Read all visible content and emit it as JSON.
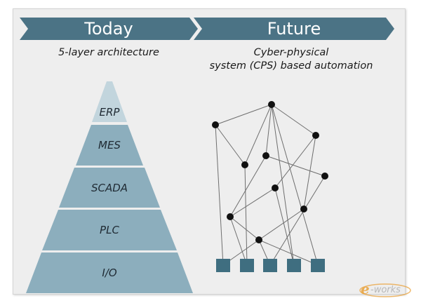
{
  "header": {
    "today_label": "Today",
    "future_label": "Future"
  },
  "left": {
    "subtitle": "5-layer architecture",
    "layers": [
      "ERP",
      "MES",
      "SCADA",
      "PLC",
      "I/O"
    ]
  },
  "right": {
    "subtitle_line1": "Cyber-physical",
    "subtitle_line2": "system (CPS) based automation",
    "node_count": 10,
    "device_count": 5
  },
  "watermark": {
    "text": "e-works"
  },
  "colors": {
    "banner": "#4b7385",
    "layer_fill": "#8caebd",
    "layer_fill_top": "#c2d5dd",
    "node": "#111111",
    "device": "#3f6e80",
    "edge": "#6e6e6e",
    "panel": "#eeeeee"
  }
}
